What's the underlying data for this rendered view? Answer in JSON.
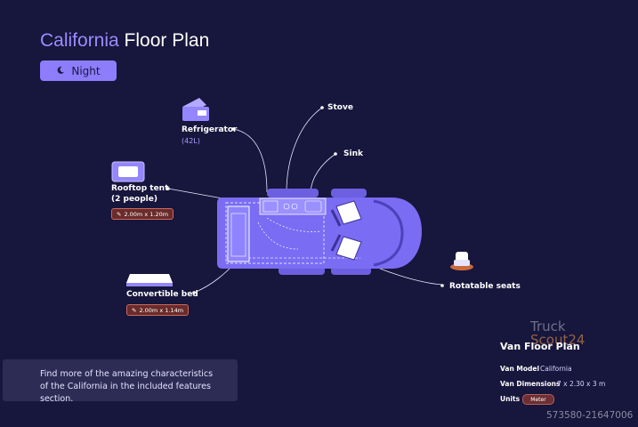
{
  "header": {
    "title_accent": "California",
    "title_rest": " Floor Plan",
    "night_label": "Night",
    "night_icon": "moon-icon"
  },
  "features": {
    "refrigerator": {
      "label": "Refrigerator",
      "sub": "(42L)",
      "icon": "refrigerator-icon"
    },
    "stove": {
      "label": "Stove"
    },
    "sink": {
      "label": "Sink"
    },
    "rooftop_tent": {
      "label_line1": "Rooftop tent",
      "label_line2": "(2 people)",
      "size": "2.00m x 1.20m",
      "icon": "rooftop-tent-icon"
    },
    "convertible_bed": {
      "label": "Convertible bed",
      "size": "2.00m x 1.14m",
      "icon": "bed-icon"
    },
    "rotatable_seats": {
      "label": "Rotatable seats",
      "icon": "seat-icon"
    }
  },
  "info": {
    "line1": "Find more of the amazing characteristics",
    "line2": "of the California in the included features section."
  },
  "specs": {
    "title": "Van Floor Plan",
    "model_key": "Van Model",
    "model_value": "California",
    "dimensions_key": "Van Dimensions",
    "dimensions_value": "7 x 2.30 x 3 m",
    "units_key": "Units",
    "units_value": "Meter"
  },
  "watermark": {
    "logo_line1": "Truck",
    "logo_line2": "Scout24",
    "id": "573580-21647006"
  },
  "colors": {
    "background": "#17163c",
    "accent": "#8d7dfb",
    "van_body": "#7a6cf3",
    "chip": "#6a2b2b"
  }
}
